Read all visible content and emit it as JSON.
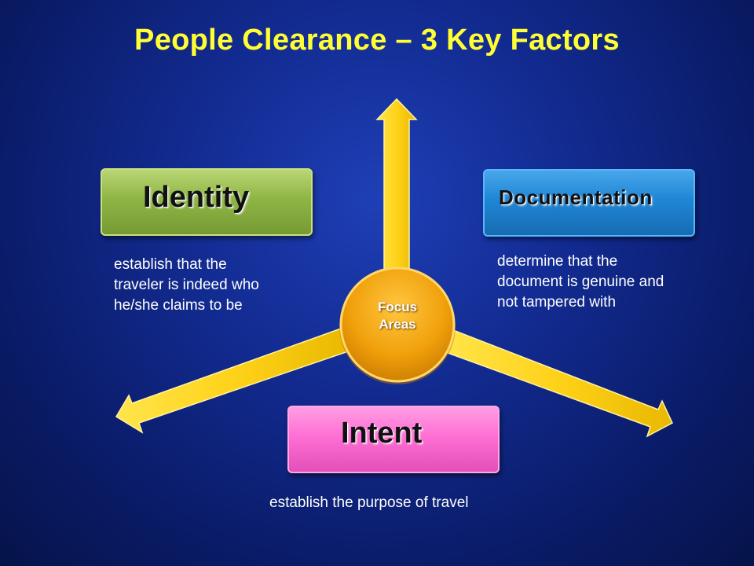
{
  "title": "People Clearance – 3 Key Factors",
  "center": {
    "line1": "Focus",
    "line2": "Areas"
  },
  "factors": {
    "identity": {
      "label": "Identity",
      "description": [
        "establish that the",
        "traveler is indeed who",
        "he/she claims to be"
      ]
    },
    "documentation": {
      "label": "Documentation",
      "description": [
        "determine that the",
        "document is genuine and",
        "not tampered with"
      ]
    },
    "intent": {
      "label": "Intent",
      "description": [
        "establish the purpose of travel"
      ]
    }
  },
  "colors": {
    "title": "#ffff33",
    "arrow": "#ffd21a",
    "circle": "#f2a60d",
    "identity": "#8fb545",
    "documentation": "#1f86d6",
    "intent": "#ff6fd4"
  }
}
